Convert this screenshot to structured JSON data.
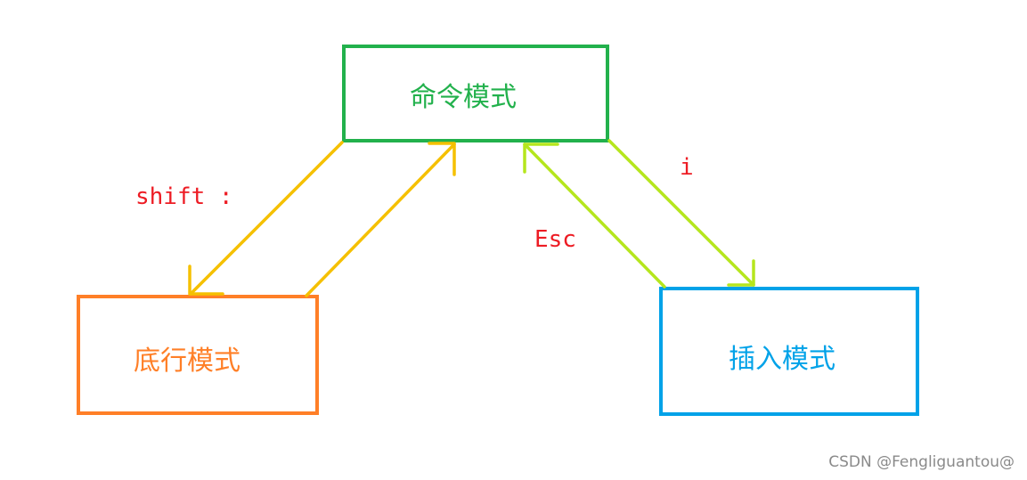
{
  "nodes": {
    "command": {
      "label": "命令模式",
      "color": "#22b14c"
    },
    "bottom_line": {
      "label": "底行模式",
      "color": "#ff7f27"
    },
    "insert": {
      "label": "插入模式",
      "color": "#00a2e8"
    }
  },
  "edges": {
    "command_to_bottom": {
      "label": "shift :",
      "color": "#f5c000"
    },
    "bottom_to_command": {
      "label": "",
      "color": "#f5c000"
    },
    "command_to_insert": {
      "label": "i",
      "color": "#b5e61d"
    },
    "insert_to_command": {
      "label": "Esc",
      "color": "#b5e61d"
    }
  },
  "edge_label_color": "#ed1c24",
  "watermark": "CSDN @Fengliguantou@"
}
